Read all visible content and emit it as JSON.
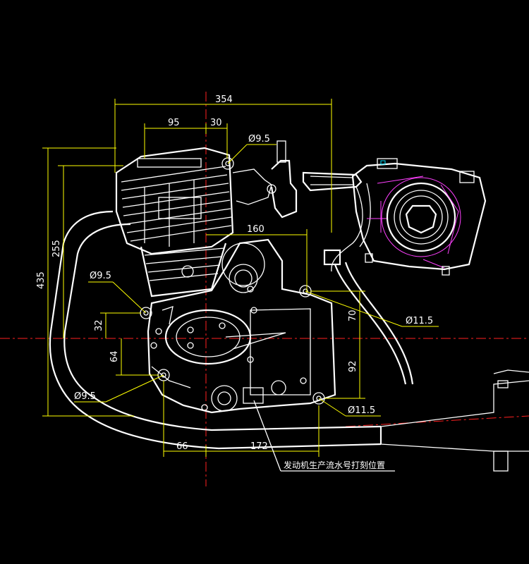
{
  "colors": {
    "background": "#000000",
    "outline": "#ffffff",
    "dimension_lines": "#ffff00",
    "center_lines": "#ff2020",
    "accent_magenta": "#ff40ff",
    "accent_cyan": "#00e5ff"
  },
  "dimensions": {
    "overall_width": "354",
    "cylinder_offset": "95",
    "head_offset": "30",
    "carb_offset": "160",
    "overall_height": "435",
    "cylinder_height": "255",
    "lower_left_vertical": "32",
    "lower_left_depth": "64",
    "right_upper_vertical": "70",
    "right_lower_vertical": "92",
    "bottom_left": "66",
    "bottom_right": "172"
  },
  "mount_holes": {
    "top": "Ø9.5",
    "left_upper": "Ø9.5",
    "left_lower": "Ø9.5",
    "right_upper": "Ø11.5",
    "right_lower": "Ø11.5"
  },
  "annotation": {
    "serial_number_location": "发动机生产流水号打刻位置"
  }
}
